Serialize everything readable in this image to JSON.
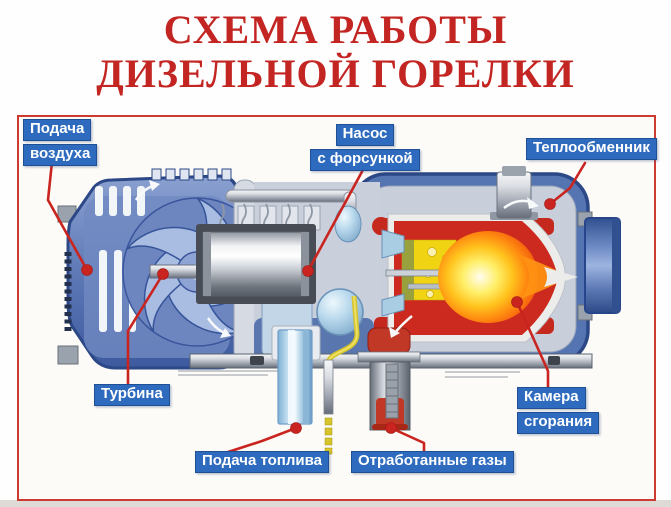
{
  "title": {
    "line1": "СХЕМА РАБОТЫ",
    "line2": "ДИЗЕЛЬНОЙ ГОРЕЛКИ"
  },
  "labels": {
    "air_supply": {
      "line1": "Подача",
      "line2": "воздуха"
    },
    "pump_injector": {
      "line1": "Насос",
      "line2": "с форсункой"
    },
    "heat_exchanger": {
      "line1": "Теплообменник"
    },
    "turbine": {
      "line1": "Турбина"
    },
    "fuel_supply": {
      "line1": "Подача топлива"
    },
    "exhaust_gases": {
      "line1": "Отработанные газы"
    },
    "combustion_chamber": {
      "line1": "Камера",
      "line2": "сгорания"
    }
  },
  "colors": {
    "title_red": "#c32522",
    "label_blue": "#2e6bbe",
    "callout_red": "#c9241f",
    "frame_border_red": "#cc3a32",
    "body_blue": "#5b76b4",
    "shell_gray": "#c8cfdb",
    "flame_orange": "#ff8c10",
    "combustion_red": "#cc2a1e",
    "fuel_line_yellow": "#d6c42c"
  }
}
